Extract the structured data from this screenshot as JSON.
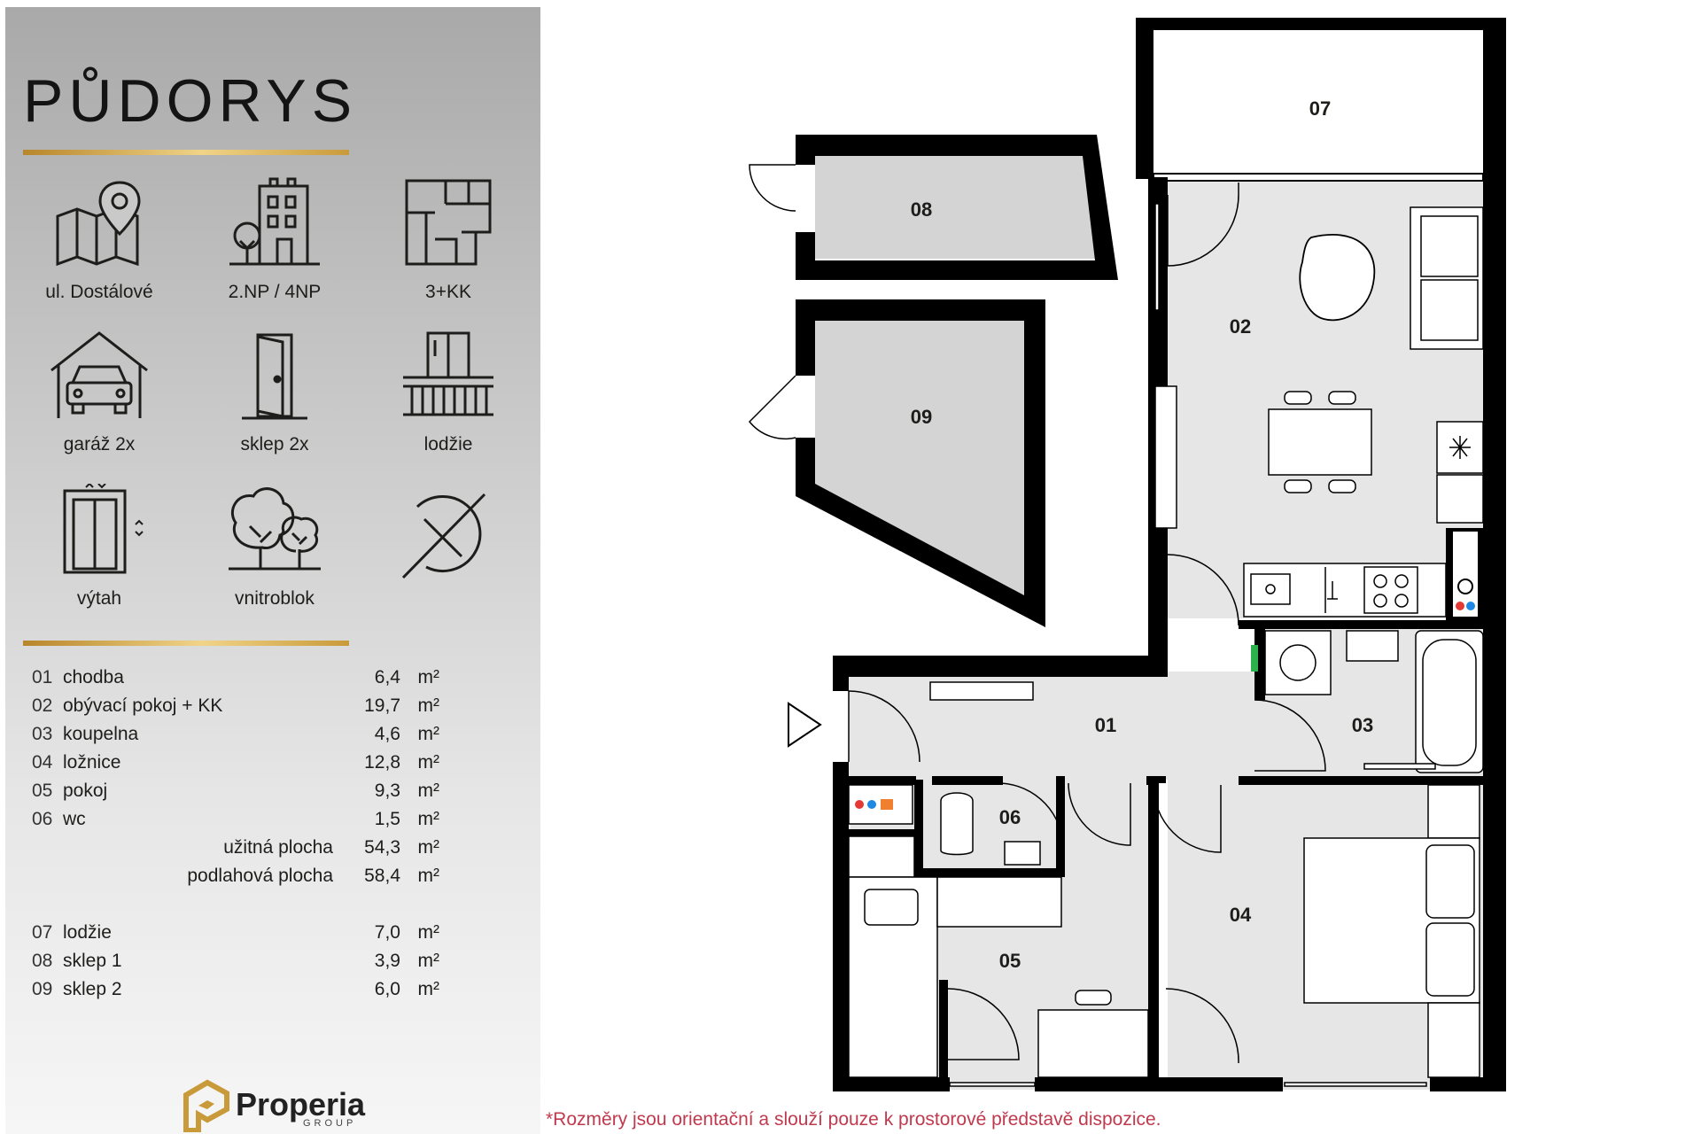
{
  "header": {
    "title": "PŮDORYS"
  },
  "features": [
    {
      "label": "ul. Dostálové",
      "icon": "map-pin-icon"
    },
    {
      "label": "2.NP / 4NP",
      "icon": "building-icon"
    },
    {
      "label": "3+KK",
      "icon": "floorplan-icon"
    },
    {
      "label": "garáž 2x",
      "icon": "garage-car-icon"
    },
    {
      "label": "sklep 2x",
      "icon": "cellar-door-icon"
    },
    {
      "label": "lodžie",
      "icon": "balcony-icon"
    },
    {
      "label": "výtah",
      "icon": "elevator-icon"
    },
    {
      "label": "vnitroblok",
      "icon": "trees-icon"
    },
    {
      "label": "",
      "icon": "compass-north-icon"
    }
  ],
  "areas": [
    {
      "num": "01",
      "name": "chodba",
      "value": "6,4",
      "unit": "m²"
    },
    {
      "num": "02",
      "name": "obývací pokoj + KK",
      "value": "19,7",
      "unit": "m²"
    },
    {
      "num": "03",
      "name": "koupelna",
      "value": "4,6",
      "unit": "m²"
    },
    {
      "num": "04",
      "name": "ložnice",
      "value": "12,8",
      "unit": "m²"
    },
    {
      "num": "05",
      "name": "pokoj",
      "value": "9,3",
      "unit": "m²"
    },
    {
      "num": "06",
      "name": "wc",
      "value": "1,5",
      "unit": "m²"
    }
  ],
  "totals": [
    {
      "name": "užitná plocha",
      "value": "54,3",
      "unit": "m²"
    },
    {
      "name": "podlahová plocha",
      "value": "58,4",
      "unit": "m²"
    }
  ],
  "extras": [
    {
      "num": "07",
      "name": "lodžie",
      "value": "7,0",
      "unit": "m²"
    },
    {
      "num": "08",
      "name": "sklep 1",
      "value": "3,9",
      "unit": "m²"
    },
    {
      "num": "09",
      "name": "sklep 2",
      "value": "6,0",
      "unit": "m²"
    }
  ],
  "brand": {
    "name": "Properia",
    "sub": "GROUP"
  },
  "note": "*Rozměry jsou orientační a slouží pouze k prostorové představě dispozice.",
  "plan": {
    "rooms": [
      "01",
      "02",
      "03",
      "04",
      "05",
      "06",
      "07",
      "08",
      "09"
    ]
  },
  "colors": {
    "gold": "#c99a3a",
    "wall": "#000000",
    "floor": "#e6e6e6",
    "cellar": "#d4d4d4",
    "note": "#c0394d"
  }
}
